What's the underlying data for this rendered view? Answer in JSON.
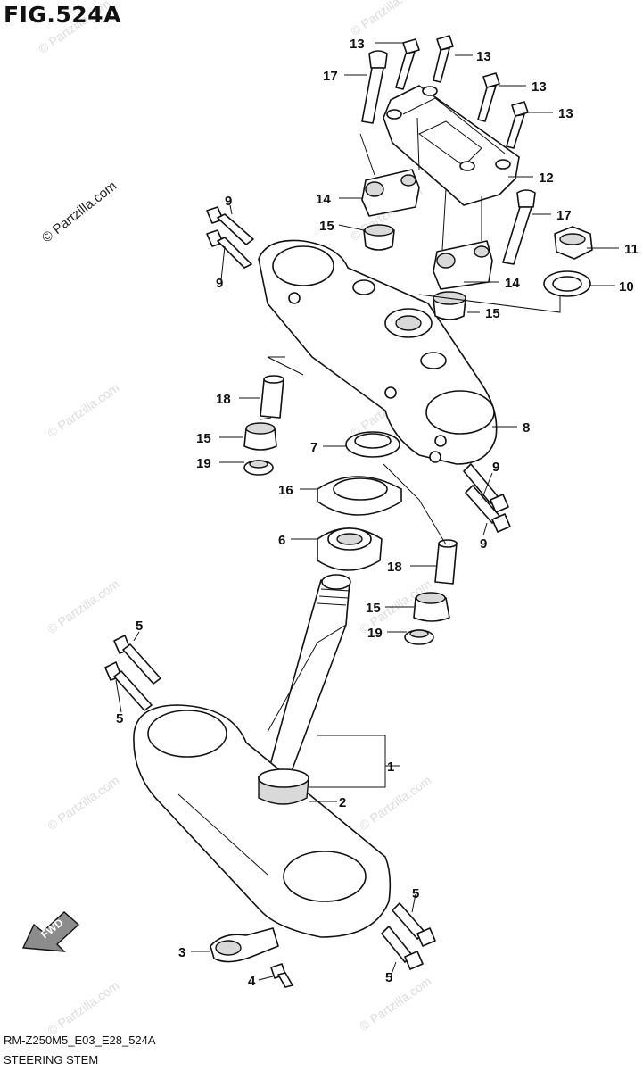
{
  "figure": {
    "title": "FIG.524A",
    "code": "RM-Z250M5_E03_E28_524A",
    "name": "STEERING STEM",
    "fwd_label": "FWD"
  },
  "watermarks": {
    "main": "© Partzilla.com",
    "faint": "© Partzilla.com"
  },
  "callouts": {
    "c13a": "13",
    "c13b": "13",
    "c13c": "13",
    "c13d": "13",
    "c17a": "17",
    "c17b": "17",
    "c12": "12",
    "c14a": "14",
    "c14b": "14",
    "c9a": "9",
    "c9b": "9",
    "c9c": "9",
    "c9d": "9",
    "c15a": "15",
    "c15b": "15",
    "c15c": "15",
    "c15d": "15",
    "c11": "11",
    "c10": "10",
    "c18a": "18",
    "c18b": "18",
    "c8": "8",
    "c7": "7",
    "c19a": "19",
    "c19b": "19",
    "c16": "16",
    "c6": "6",
    "c5a": "5",
    "c5b": "5",
    "c5c": "5",
    "c5d": "5",
    "c1": "1",
    "c2": "2",
    "c3": "3",
    "c4": "4"
  }
}
